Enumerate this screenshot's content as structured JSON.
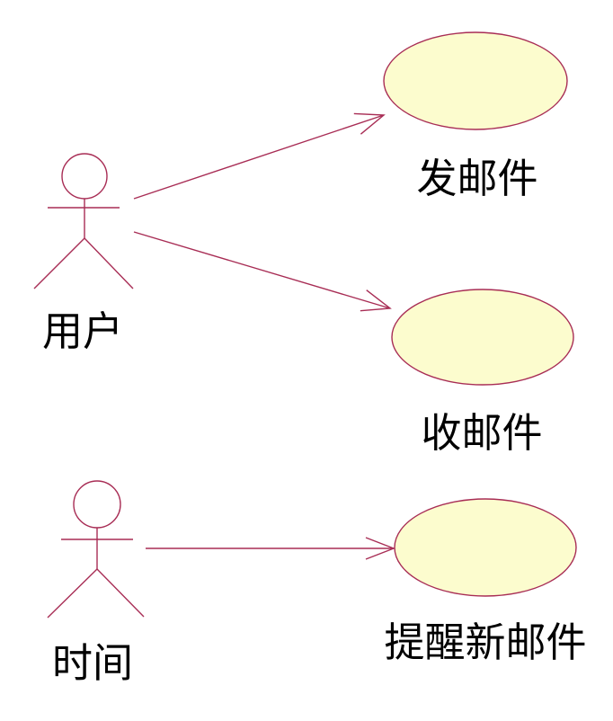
{
  "diagram": {
    "type": "uml-use-case",
    "colors": {
      "stroke": "#a82d55",
      "usecase_fill": "#fcfcce",
      "label_text": "#000000",
      "background": "#ffffff"
    },
    "actors": [
      {
        "id": "user",
        "label": "用户"
      },
      {
        "id": "time",
        "label": "时间"
      }
    ],
    "use_cases": [
      {
        "id": "send-mail",
        "label": "发邮件"
      },
      {
        "id": "receive-mail",
        "label": "收邮件"
      },
      {
        "id": "notify-new-mail",
        "label": "提醒新邮件"
      }
    ],
    "associations": [
      {
        "from": "用户",
        "to": "发邮件",
        "style": "open-arrow"
      },
      {
        "from": "用户",
        "to": "收邮件",
        "style": "open-arrow"
      },
      {
        "from": "时间",
        "to": "提醒新邮件",
        "style": "open-arrow"
      }
    ]
  }
}
